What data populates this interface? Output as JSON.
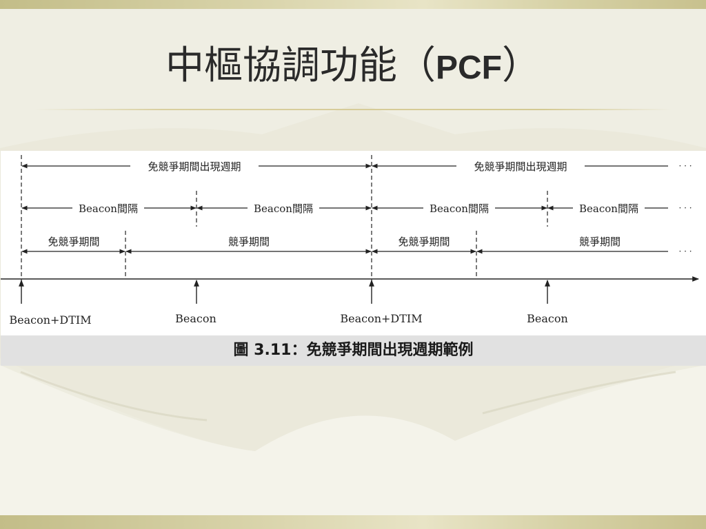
{
  "slide": {
    "title_main": "中樞協調功能（",
    "title_acronym": "PCF",
    "title_close": "）",
    "caption": "圖 3.11：免競爭期間出現週期範例"
  },
  "diagram": {
    "cfp_repetition_label": "免競爭期間出現週期",
    "beacon_interval_label": "Beacon間隔",
    "cfp_label": "免競爭期間",
    "cp_label": "競爭期間",
    "continuation": "· · ·",
    "beacon_dtim_label": "Beacon+DTIM",
    "beacon_label": "Beacon"
  }
}
